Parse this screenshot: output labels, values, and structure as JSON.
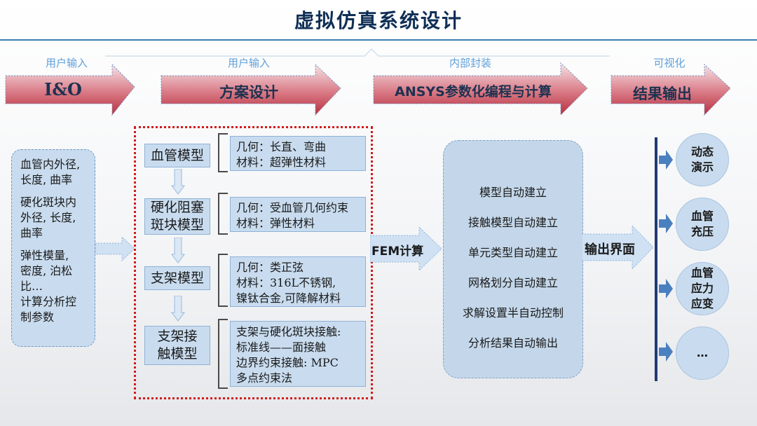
{
  "title": "虚拟仿真系统设计",
  "stages": [
    {
      "caption": "用户输入",
      "label": "I&O"
    },
    {
      "caption": "用户输入",
      "label": "方案设计"
    },
    {
      "caption": "内部封装",
      "label": "ANSYS参数化编程与计算"
    },
    {
      "caption": "可视化",
      "label": "结果输出"
    }
  ],
  "input_box": {
    "p1": "血管内外径,\n长度, 曲率",
    "p2": "硬化斑块内\n外径, 长度,\n曲率",
    "p3": "弹性模量,\n密度, 泊松\n比…\n计算分析控\n制参数"
  },
  "models": [
    {
      "name": "血管模型",
      "desc": "几何：长直、弯曲\n材料：超弹性材料"
    },
    {
      "name": "硬化阻塞\n斑块模型",
      "desc": "几何：受血管几何约束\n材料：弹性材料"
    },
    {
      "name": "支架模型",
      "desc": "几何：类正弦\n材料：316L不锈钢,\n镍钛合金,可降解材料"
    },
    {
      "name": "支架接\n触模型",
      "desc": "支架与硬化斑块接触:\n标准线——面接触\n边界约束接触: MPC\n多点约束法"
    }
  ],
  "fem_label": "FEM计算",
  "steps": [
    "模型自动建立",
    "接触模型自动建立",
    "单元类型自动建立",
    "网格划分自动建立",
    "求解设置半自动控制",
    "分析结果自动输出"
  ],
  "output_label": "输出界面",
  "results": [
    "动态\n演示",
    "血管\n充压",
    "血管\n应力\n应变",
    "…"
  ],
  "colors": {
    "arrow_fill": "#c33a4a",
    "box": "#c9dcef",
    "title": "#0f2f55",
    "frame": "#d11a1a"
  }
}
